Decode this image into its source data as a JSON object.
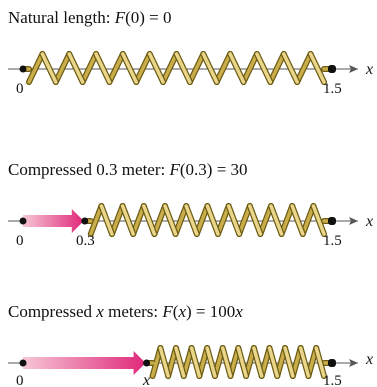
{
  "panels": [
    {
      "caption_pre": "Natural length: ",
      "caption_func": "F",
      "caption_arg": "(0)",
      "caption_eq": " = 0",
      "ticks": {
        "left": "0",
        "right": "1.5",
        "mid": ""
      },
      "axis_label": "x",
      "compression_fraction": 0.0,
      "arrow": false
    },
    {
      "caption_pre": "Compressed 0.3 meter: ",
      "caption_func": "F",
      "caption_arg": "(0.3)",
      "caption_eq": " = 30",
      "ticks": {
        "left": "0",
        "right": "1.5",
        "mid": "0.3"
      },
      "axis_label": "x",
      "compression_fraction": 0.2,
      "arrow": true
    },
    {
      "caption_pre": "Compressed ",
      "caption_var": "x",
      "caption_post": " meters: ",
      "caption_func": "F",
      "caption_arg_pre": "(",
      "caption_arg_var": "x",
      "caption_arg_post": ")",
      "caption_eq": " = 100",
      "caption_eq_var": "x",
      "ticks": {
        "left": "0",
        "right": "1.5",
        "mid": "x"
      },
      "axis_label": "x",
      "compression_fraction": 0.4,
      "arrow": true
    }
  ],
  "colors": {
    "spring_dark": "#6b5a12",
    "spring_light": "#e9d68a",
    "spring_mid": "#c9ad4a",
    "arrow_start": "#f7c6d6",
    "arrow_end": "#e0287a",
    "axis": "#555555"
  }
}
